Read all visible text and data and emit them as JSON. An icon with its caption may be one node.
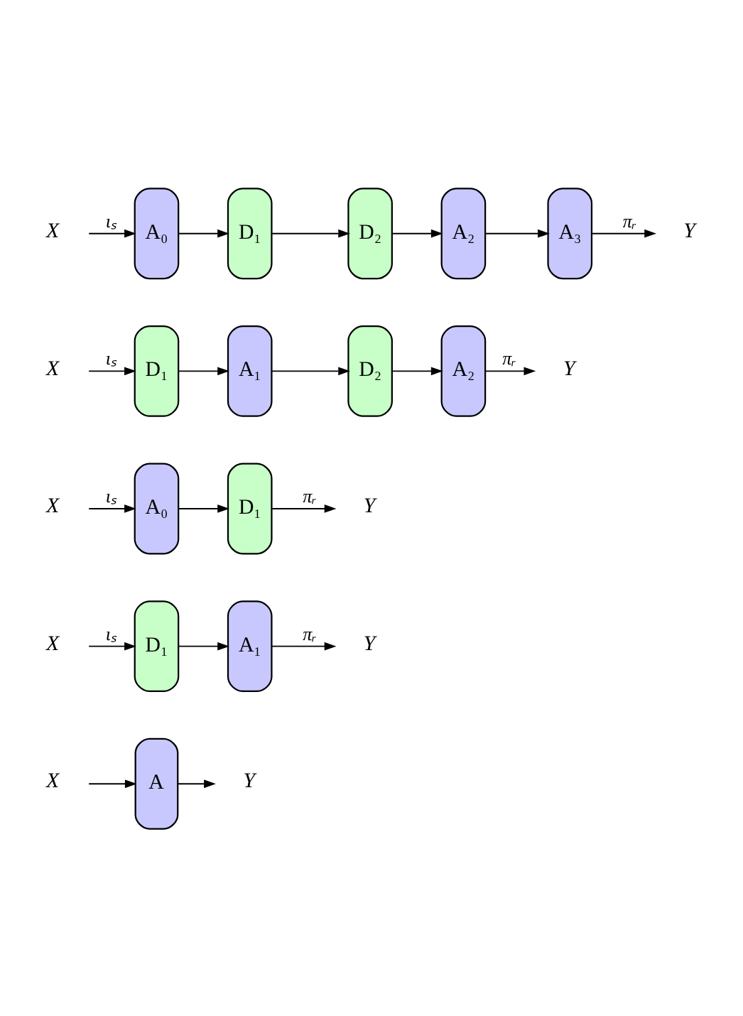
{
  "diagram": {
    "nodes": [
      {
        "text": [
          "X"
        ]
      },
      {
        "text": [
          "A"
        ]
      },
      {
        "text": [
          "Y"
        ]
      },
      {
        "text": [
          "X"
        ]
      },
      {
        "text": [
          "D₁"
        ]
      },
      {
        "text": [
          "A₁"
        ]
      },
      {
        "text": [
          "Y"
        ]
      },
      {
        "text": [
          "X"
        ]
      },
      {
        "text": [
          "A₀"
        ]
      },
      {
        "text": [
          "D₁"
        ]
      },
      {
        "text": [
          "Y"
        ]
      },
      {
        "text": [
          "X"
        ]
      },
      {
        "text": [
          "D₁"
        ]
      },
      {
        "text": [
          "A₁"
        ]
      },
      {
        "text": [
          "D₂"
        ]
      },
      {
        "text": [
          "A₂"
        ]
      },
      {
        "text": [
          "Y"
        ]
      },
      {
        "text": [
          "X"
        ]
      },
      {
        "text": [
          "A₀"
        ]
      },
      {
        "text": [
          "D₁"
        ]
      },
      {
        "text": [
          "D₂"
        ]
      },
      {
        "text": [
          "A₂"
        ]
      },
      {
        "text": [
          "A₃"
        ]
      },
      {
        "text": [
          "Y"
        ]
      }
    ],
    "edges": [
      {
        "from": 0,
        "to": 1,
        "arrow": "to"
      },
      {
        "from": 1,
        "to": 2,
        "arrow": "to"
      },
      {
        "from": 3,
        "to": 4,
        "arrow": "to",
        "label": "ιₛ"
      },
      {
        "from": 4,
        "to": 5,
        "arrow": "to"
      },
      {
        "from": 5,
        "to": 6,
        "arrow": "to",
        "label": "πᵣ"
      },
      {
        "from": 7,
        "to": 8,
        "arrow": "to",
        "label": "ιₛ"
      },
      {
        "from": 8,
        "to": 9,
        "arrow": "to"
      },
      {
        "from": 9,
        "to": 10,
        "arrow": "to",
        "label": "πᵣ"
      },
      {
        "from": 11,
        "to": 12,
        "arrow": "to",
        "label": "ιₛ"
      },
      {
        "from": 12,
        "to": 13,
        "arrow": "to"
      },
      {
        "from": 13,
        "to": 14,
        "arrow": "to"
      },
      {
        "from": 14,
        "to": 15,
        "arrow": "to"
      },
      {
        "from": 15,
        "to": 16,
        "arrow": "to",
        "label": "πᵣ"
      },
      {
        "from": 17,
        "to": 18,
        "arrow": "to",
        "label": "ιₛ"
      },
      {
        "from": 18,
        "to": 19,
        "arrow": "to"
      },
      {
        "from": 19,
        "to": 20,
        "arrow": "to"
      },
      {
        "from": 20,
        "to": 21,
        "arrow": "to"
      },
      {
        "from": 21,
        "to": 22,
        "arrow": "to"
      },
      {
        "from": 22,
        "to": 23,
        "arrow": "to",
        "label": "πᵣ"
      }
    ]
  }
}
